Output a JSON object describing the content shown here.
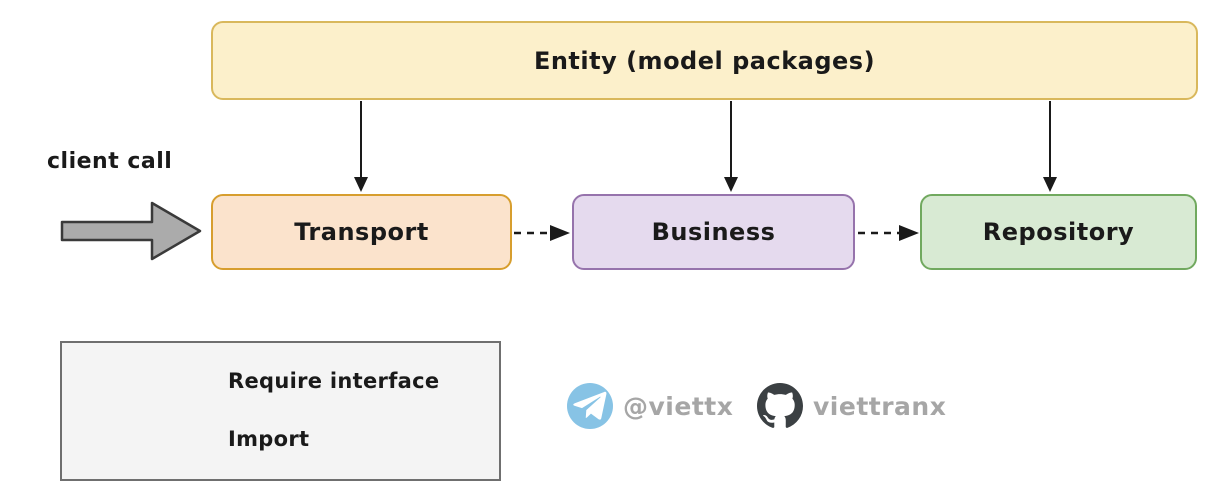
{
  "diagram": {
    "entity_label": "Entity (model packages)",
    "client_call_label": "client call",
    "entity_fill": "#FCF0CB",
    "entity_border": "#D9B85C",
    "boxes": [
      {
        "label": "Transport",
        "fill": "#FBE3CC",
        "border": "#D79E2E"
      },
      {
        "label": "Business",
        "fill": "#E5DAEE",
        "border": "#9673AC"
      },
      {
        "label": "Repository",
        "fill": "#D8EAD3",
        "border": "#71A95F"
      }
    ]
  },
  "legend": {
    "require_interface_label": "Require interface",
    "import_label": "Import",
    "box_fill": "#F4F4F4",
    "box_border": "#6F6F6F"
  },
  "social": {
    "telegram_handle": "@viettx",
    "github_handle": "viettranx",
    "telegram_color": "#87C3E5",
    "github_color": "#3B4043",
    "handle_text_color": "#A6A6A6"
  },
  "colors": {
    "arrow": "#1A1A1A",
    "client_arrow_fill": "#ABABAB",
    "client_arrow_border": "#3A3A3A",
    "background": "#FFFFFF"
  }
}
